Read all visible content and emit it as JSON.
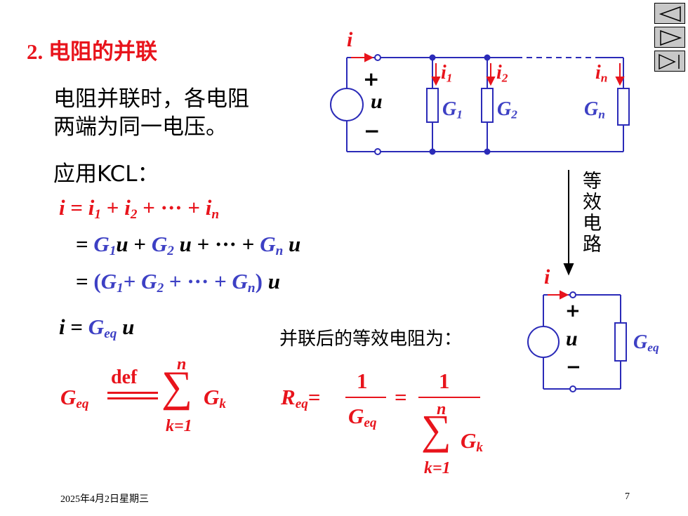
{
  "slide": {
    "title": "2. 电阻的并联",
    "text_line1": "电阻并联时，各电阻",
    "text_line2": "两端为同一电压。",
    "kcl_label": "应用KCL：",
    "equiv_label": "并联后的等效电阻为：",
    "arrow_label": [
      "等",
      "效",
      "电",
      "路"
    ]
  },
  "equations": {
    "eq1": {
      "lhs": "i",
      "eq": "=",
      "i1": "i",
      "i1sub": "1",
      "plus1": "+",
      "i2": "i",
      "i2sub": "2",
      "dots": "+ ··· +",
      "in": "i",
      "insub": "n"
    },
    "eq2": {
      "eq": "=",
      "g1": "G",
      "g1sub": "1",
      "u1": "u",
      "plus": "+",
      "g2": "G",
      "g2sub": "2",
      "u2": "u",
      "dots": "+ ··· +",
      "gn": "G",
      "gnsub": "n",
      "un": "u"
    },
    "eq3": {
      "eq": "=",
      "lp": "(",
      "g1": "G",
      "g1sub": "1",
      "plus": "+",
      "g2": "G",
      "g2sub": "2",
      "dots": "+ ··· +",
      "gn": "G",
      "gnsub": "n",
      "rp": ")",
      "u": "u"
    },
    "eq4": {
      "lhs": "i",
      "eq": "=",
      "g": "G",
      "gsub": "eq",
      "u": "u"
    },
    "geq_def": {
      "g": "G",
      "gsub": "eq",
      "def": "def",
      "sum_top": "n",
      "sum": "∑",
      "sum_bottom": "k=1",
      "gk": "G",
      "gksub": "k"
    },
    "req": {
      "r": "R",
      "rsub": "eq",
      "eq1": "=",
      "num1": "1",
      "den1": "G",
      "den1sub": "eq",
      "eq2": "=",
      "num2": "1",
      "sum_top": "n",
      "sum": "∑",
      "sum_bottom": "k=1",
      "gk": "G",
      "gksub": "k"
    }
  },
  "circuit": {
    "i_label": "i",
    "plus": "+",
    "u": "u",
    "minus": "−",
    "currents": [
      {
        "i": "i",
        "sub": "1"
      },
      {
        "i": "i",
        "sub": "2"
      },
      {
        "i": "i",
        "sub": "n"
      }
    ],
    "conductances": [
      {
        "g": "G",
        "sub": "1"
      },
      {
        "g": "G",
        "sub": "2"
      },
      {
        "g": "G",
        "sub": "n"
      }
    ]
  },
  "equiv_circuit": {
    "i_label": "i",
    "plus": "+",
    "u": "u",
    "minus": "−",
    "g": "G",
    "gsub": "eq"
  },
  "footer": {
    "date": "2025年4月2日星期三",
    "page": "7"
  },
  "nav": {
    "buttons": [
      "previous-slide",
      "next-slide",
      "last-slide"
    ]
  },
  "colors": {
    "red": "#e8141c",
    "blue": "#3d40c4",
    "wire": "#2b2bb8"
  }
}
